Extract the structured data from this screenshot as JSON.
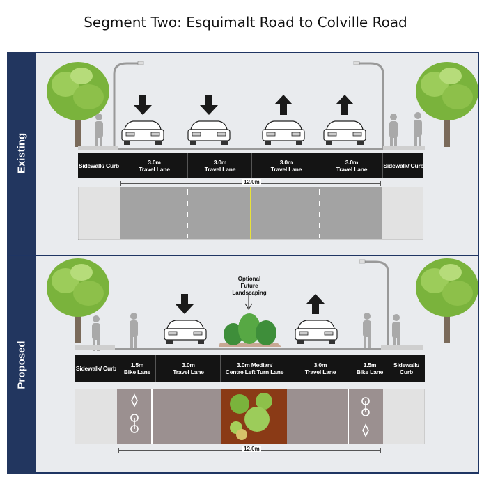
{
  "title": "Segment Two: Esquimalt Road to Colville Road",
  "existing": {
    "panel_label": "Existing",
    "segments": [
      {
        "width": "",
        "name": "Sidewalk/ Curb"
      },
      {
        "width": "3.0m",
        "name": "Travel Lane"
      },
      {
        "width": "3.0m",
        "name": "Travel Lane"
      },
      {
        "width": "3.0m",
        "name": "Travel Lane"
      },
      {
        "width": "3.0m",
        "name": "Travel Lane"
      },
      {
        "width": "",
        "name": "Sidewalk/ Curb"
      }
    ],
    "total_width": "12.0m",
    "traffic_directions": [
      "down",
      "down",
      "up",
      "up"
    ]
  },
  "proposed": {
    "panel_label": "Proposed",
    "segments": [
      {
        "width": "",
        "name": "Sidewalk/ Curb"
      },
      {
        "width": "1.5m",
        "name": "Bike Lane"
      },
      {
        "width": "3.0m",
        "name": "Travel Lane"
      },
      {
        "width": "3.0m Median/",
        "name": "Centre Left Turn Lane"
      },
      {
        "width": "3.0m",
        "name": "Travel Lane"
      },
      {
        "width": "1.5m",
        "name": "Bike Lane"
      },
      {
        "width": "",
        "name": "Sidewalk/ Curb"
      }
    ],
    "total_width": "12.0m",
    "annotation": [
      "Optional",
      "Future",
      "Landscaping"
    ],
    "traffic_directions": [
      "down",
      "up"
    ]
  },
  "colors": {
    "frame": "#1f3563",
    "side_label": "#22365f",
    "lane_bar": "#141414",
    "existing_road": "#a3a3a3",
    "proposed_road": "#9b9090",
    "sidewalk": "#e2e2e2",
    "median_soil": "#8a3a16",
    "centre_line": "#e8e23a",
    "tree_green": "#7ab33c"
  }
}
